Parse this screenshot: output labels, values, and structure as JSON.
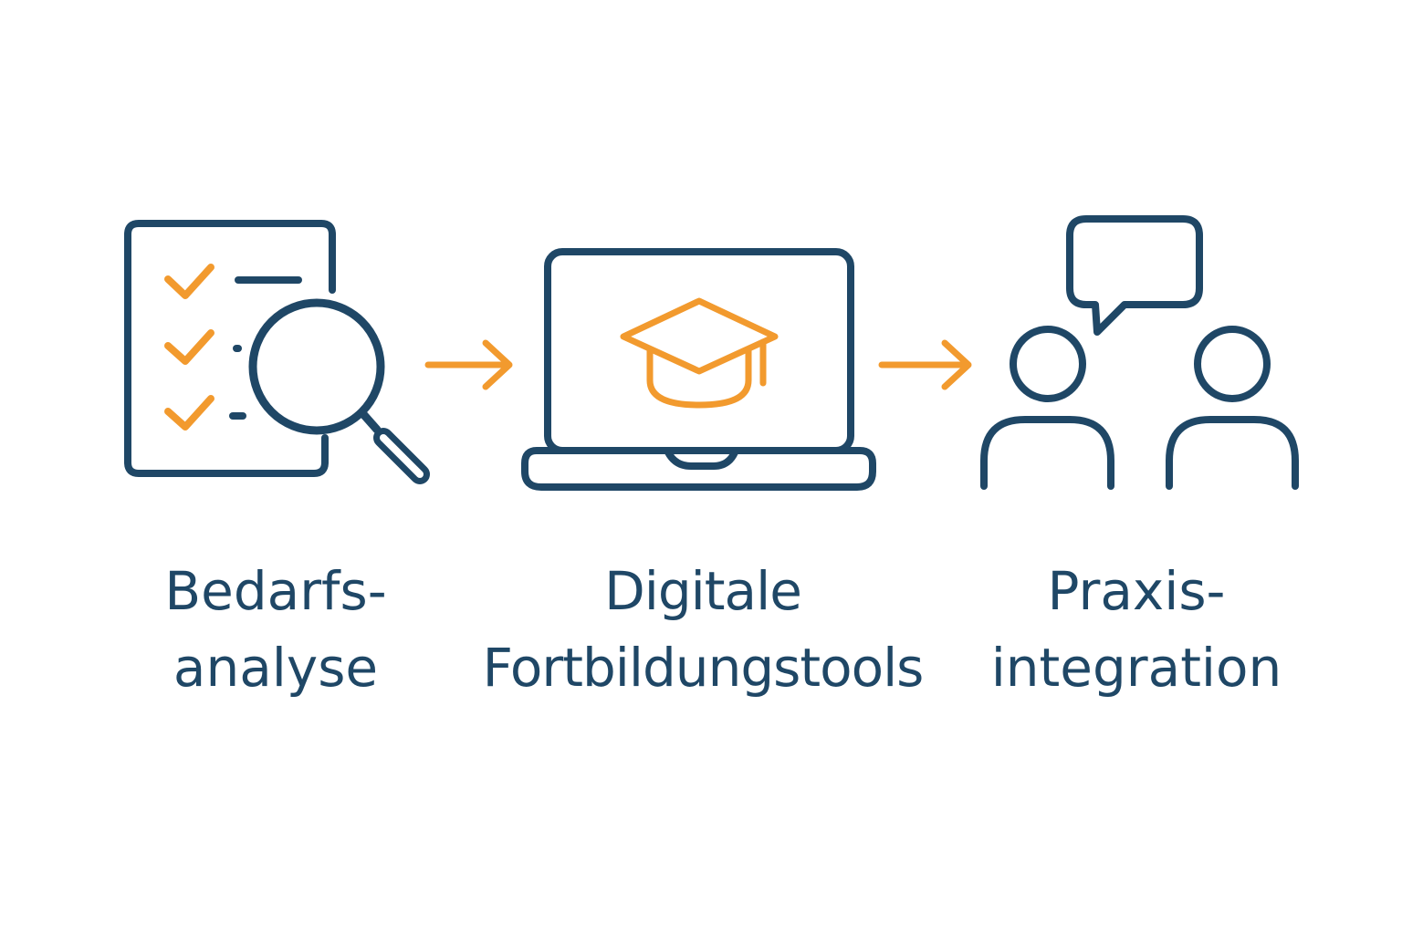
{
  "colors": {
    "primary": "#1f4766",
    "accent": "#f29a2e",
    "background": "#ffffff"
  },
  "steps": [
    {
      "icon": "checklist-magnifier-icon",
      "label_line1": "Bedarfs-",
      "label_line2": "analyse"
    },
    {
      "icon": "laptop-graduation-cap-icon",
      "label_line1": "Digitale",
      "label_line2": "Fortbildungstools"
    },
    {
      "icon": "people-speech-bubble-icon",
      "label_line1": "Praxis-",
      "label_line2": "integration"
    }
  ],
  "connectors": [
    "arrow-right-icon",
    "arrow-right-icon"
  ]
}
